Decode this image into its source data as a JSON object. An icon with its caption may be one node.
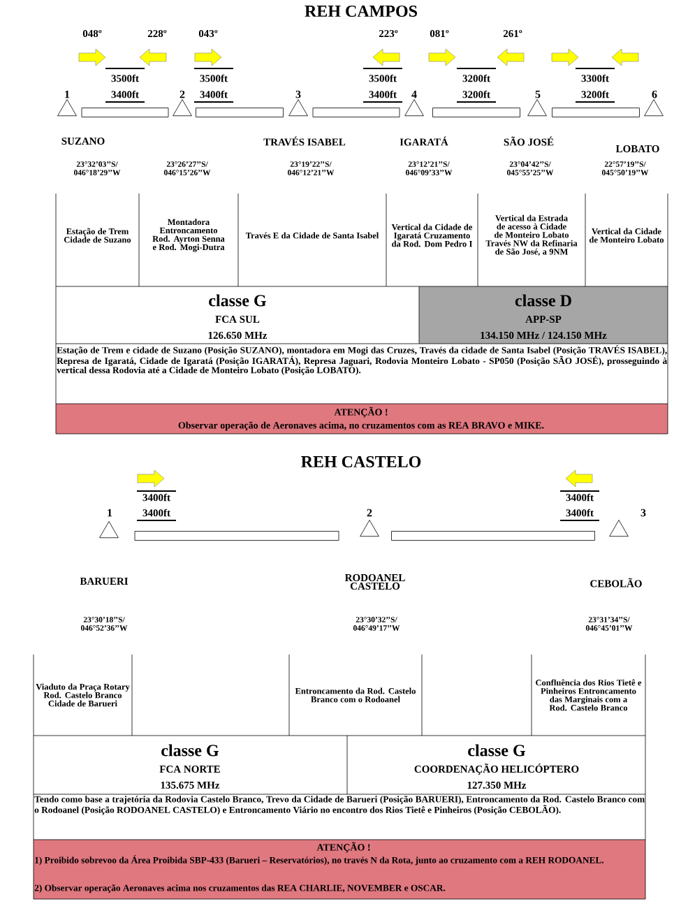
{
  "diagram": {
    "nodes": [
      {
        "text": [],
        "shape": "triangle",
        "beside": [
          "1"
        ]
      },
      {
        "text": [],
        "shape": "bar"
      },
      {
        "text": [],
        "shape": "triangle",
        "beside": [
          "2"
        ]
      },
      {
        "text": [],
        "shape": "bar"
      },
      {
        "text": [],
        "shape": "triangle",
        "beside": [
          "3"
        ]
      },
      {
        "text": [],
        "shape": "bar"
      },
      {
        "text": [],
        "shape": "triangle",
        "beside": [
          "4"
        ]
      },
      {
        "text": [],
        "shape": "bar"
      },
      {
        "text": [],
        "shape": "triangle",
        "beside": [
          "5"
        ]
      },
      {
        "text": [],
        "shape": "bar"
      },
      {
        "text": [],
        "shape": "triangle",
        "beside": [
          "6"
        ]
      },
      {
        "text": [],
        "shape": "triangle",
        "beside": [
          "1"
        ]
      },
      {
        "text": [],
        "shape": "bar"
      },
      {
        "text": [],
        "shape": "triangle",
        "beside": [
          "2"
        ]
      },
      {
        "text": [],
        "shape": "bar"
      },
      {
        "text": [],
        "shape": "triangle",
        "beside": [
          "3"
        ]
      }
    ],
    "labels": [
      "REH CAMPOS",
      "048º",
      "228º",
      "043º",
      "223º",
      "081º",
      "261º",
      "3500ft",
      "3500ft",
      "3500ft",
      "3200ft",
      "3300ft",
      "3400ft",
      "3400ft",
      "3400ft",
      "3200ft",
      "3200ft",
      "SUZANO",
      "TRAVÉS ISABEL",
      "IGARATÁ",
      "SÃO JOSÉ",
      "LOBATO",
      "23°32’03’’S/ 046°18’29’’W",
      "23°26’27’’S/ 046°15’26’’W",
      "23°19’22’’S/ 046°12’21’’W",
      "23°12’21’’S/ 046°09’33’’W",
      "23°04’42’’S/ 045°55’25’’W",
      "22°57’19’’S/ 045°50’19’’W",
      "Estação de Trem Cidade de Suzano",
      "Montadora Entroncamento Rod. Ayrton Senna e Rod. Mogi-Dutra",
      "Través E da Cidade de Santa Isabel",
      "Vertical da Cidade de Igaratá Cruzamento da Rod. Dom Pedro I",
      "Vertical da Estrada de acesso à Cidade de Monteiro Lobato Través NW da Refinaria de São José, a 9NM",
      "Vertical da Cidade de Monteiro Lobato",
      "classe G",
      "FCA SUL",
      "126.650 MHz",
      "classe D",
      "APP-SP",
      "134.150 MHz / 124.150 MHz",
      "Estação de Trem e cidade de Suzano (Posição SUZANO), montadora em Mogi das Cruzes, Través da cidade de Santa Isabel (Posição TRAVÉS ISABEL), Represa de Igaratá, Cidade de Igaratá (Posição IGARATÁ), Represa Jaguari, Rodovia Monteiro Lobato - SP050 (Posição SÃO JOSÉ), prosseguindo à vertical dessa Rodovia até a Cidade de Monteiro Lobato (Posição LOBATO).",
      "ATENÇÃO !",
      "Observar operação de Aeronaves acima, no cruzamentos com as REA BRAVO e MIKE.",
      "REH CASTELO",
      "3400ft",
      "3400ft",
      "3400ft",
      "3400ft",
      "BARUERI",
      "RODOANEL CASTELO",
      "CEBOLÃO",
      "23°30’18’’S/ 046°52’36’’W",
      "23°30’32’’S/ 046°49’17’’W",
      "23°31’34’’S/ 046°45’01’’W",
      "Viaduto da Praça Rotary Rod. Castelo Branco Cidade de Barueri",
      "Entroncamento da Rod. Castelo Branco com o Rodoanel",
      "Confluência dos Rios Tietê e Pinheiros Entroncamento das Marginais com a Rod. Castelo Branco",
      "classe G",
      "FCA NORTE",
      "135.675 MHz",
      "classe G",
      "COORDENAÇÃO HELICÓPTERO",
      "127.350 MHz",
      "Tendo como base a trajetória da Rodovia Castelo Branco, Trevo da Cidade de Barueri (Posição BARUERI), Entroncamento da Rod. Castelo Branco com o Rodoanel (Posição RODOANEL CASTELO) e Entroncamento Viário no encontro dos Rios Tietê e Pinheiros (Posição CEBOLÃO).",
      "ATENÇÃO !",
      "1) Proibido sobrevoo da Área Proibida SBP-433 (Barueri – Reservatórios), no través N da Rota, junto ao cruzamento com a REH RODOANEL.",
      "2) Observar operação Aeronaves acima nos cruzamentos das REA CHARLIE, NOVEMBER e OSCAR."
    ]
  }
}
